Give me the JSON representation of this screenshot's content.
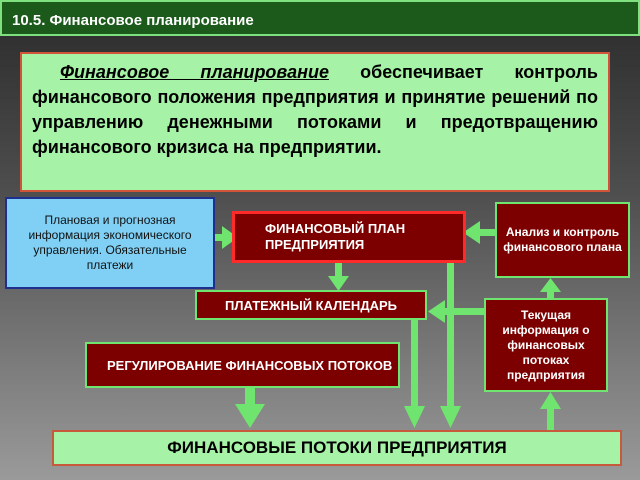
{
  "header": {
    "title": "10.5. Финансовое планирование"
  },
  "intro": {
    "lead": "Финансовое планирование",
    "text": " обеспечивает контроль финансового положения предприятия и принятие решений по управлению денежными потоками и предотвращению финансового кризиса на предприятии."
  },
  "boxes": {
    "plan_info": "Плановая и прогнозная информация экономического управления. Обязательные платежи",
    "financial_plan": "ФИНАНСОВЫЙ ПЛАН ПРЕДПРИЯТИЯ",
    "analysis": "Анализ и контроль финансового плана",
    "payment_calendar": "ПЛАТЕЖНЫЙ КАЛЕНДАРЬ",
    "current_info": "Текущая информация о финансовых потоках предприятия",
    "regulation": "РЕГУЛИРОВАНИЕ ФИНАНСОВЫХ ПОТОКОВ",
    "flows": "ФИНАНСОВЫЕ ПОТОКИ ПРЕДПРИЯТИЯ"
  },
  "colors": {
    "arrow": "#6fe46f",
    "dark_box": "#7d0000",
    "light_green": "#a6f2a6",
    "light_blue": "#7fd0f4",
    "title_bar": "#1c5a1c"
  }
}
